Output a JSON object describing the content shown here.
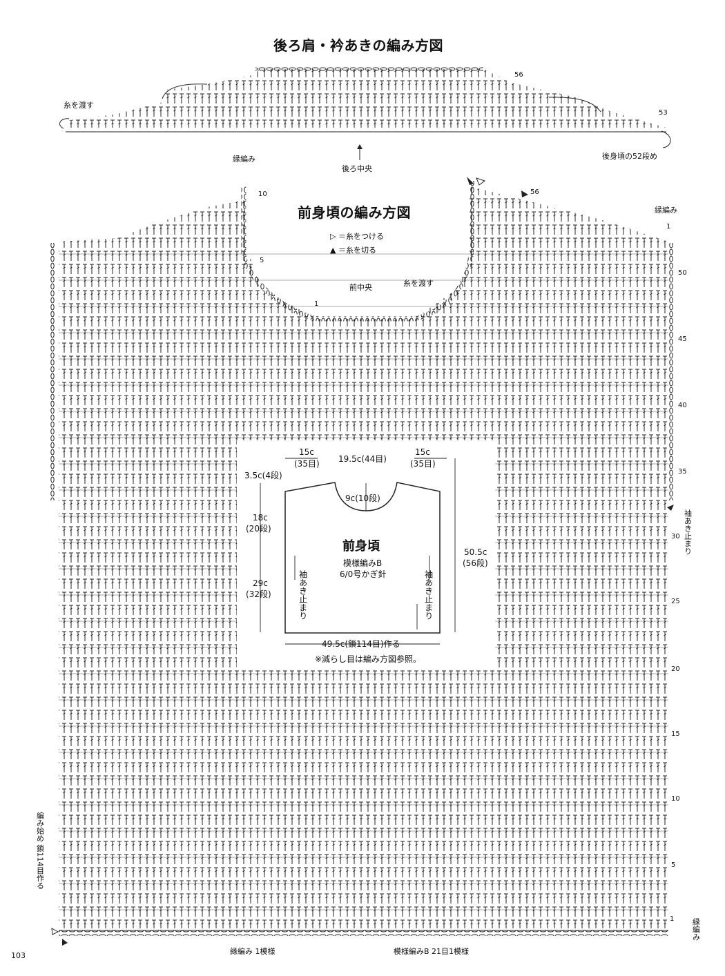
{
  "back_chart": {
    "title": "後ろ肩・衿あきの編み方図",
    "yarn_pass_label": "糸を渡す",
    "center_label": "後ろ中央",
    "row_56": "56",
    "row_53": "53",
    "continue_label": "後身頃の52段め"
  },
  "front_chart": {
    "title": "前身頃の編み方図",
    "legend_attach": "＝糸をつける",
    "legend_cut": "＝糸を切る",
    "front_center_label": "前中央",
    "yarn_pass_label": "糸を渡す",
    "edging_left": "縁編み",
    "edging_right": "縁編み",
    "edging_bottom_right": "縁編み",
    "row_marks": [
      "1",
      "5",
      "10",
      "15",
      "20",
      "25",
      "30",
      "35",
      "40",
      "45",
      "50"
    ],
    "neck_row_1": "1",
    "neck_row_5": "5",
    "neck_row_10": "10",
    "shoulder_row_56": "56",
    "edging_row_1": "1",
    "sleeve_stop_label": "袖あき止まり",
    "start_label": "編み始め 鎖114目作る",
    "bottom_edge_repeat": "縁編み 1模様",
    "bottom_pattern_repeat": "模様編みB 21目1模様"
  },
  "schematic": {
    "title": "前身頃",
    "pattern": "模様編みB",
    "hook": "6/0号かぎ針",
    "top_left_width": "15c",
    "top_left_sts": "(35目)",
    "top_center": "19.5c(44目)",
    "top_right_width": "15c",
    "top_right_sts": "(35目)",
    "shoulder_slope": "3.5c(4段)",
    "armhole_height": "18c",
    "armhole_rows": "(20段)",
    "side_height": "29c",
    "side_rows": "(32段)",
    "total_height": "50.5c",
    "total_rows": "(56段)",
    "neck_depth": "9c(10段)",
    "sleeve_stop_left": "袖あき止まり",
    "sleeve_stop_right": "袖あき止まり",
    "bottom_width": "49.5c(鎖114目)作る",
    "note": "※減らし目は編み方図参照。"
  },
  "page_number": "103"
}
